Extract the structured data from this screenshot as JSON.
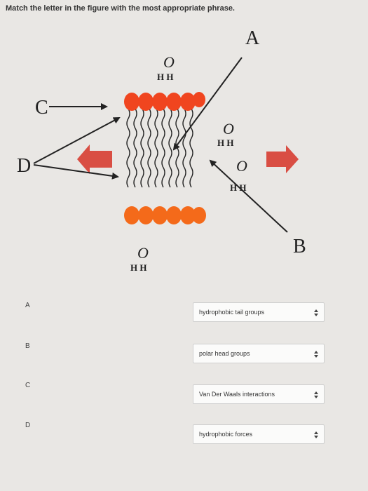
{
  "question": {
    "text": "Match the letter in the figure with the most appropriate phrase."
  },
  "figure": {
    "labels": {
      "a": "A",
      "b": "B",
      "c": "C",
      "d": "D"
    },
    "water_molecule": {
      "oxygen": "O",
      "hydrogen": "H H",
      "hydrogen_broken": "H H"
    }
  },
  "colors": {
    "head_red": "#f0451f",
    "head_orange": "#f46a1a",
    "arrow_red": "#d94e43",
    "ink": "#222222"
  },
  "matches": [
    {
      "letter": "A",
      "selected": "hydrophobic tail groups"
    },
    {
      "letter": "B",
      "selected": "polar head groups"
    },
    {
      "letter": "C",
      "selected": "Van Der Waals interactions"
    },
    {
      "letter": "D",
      "selected": "hydrophobic forces"
    }
  ]
}
